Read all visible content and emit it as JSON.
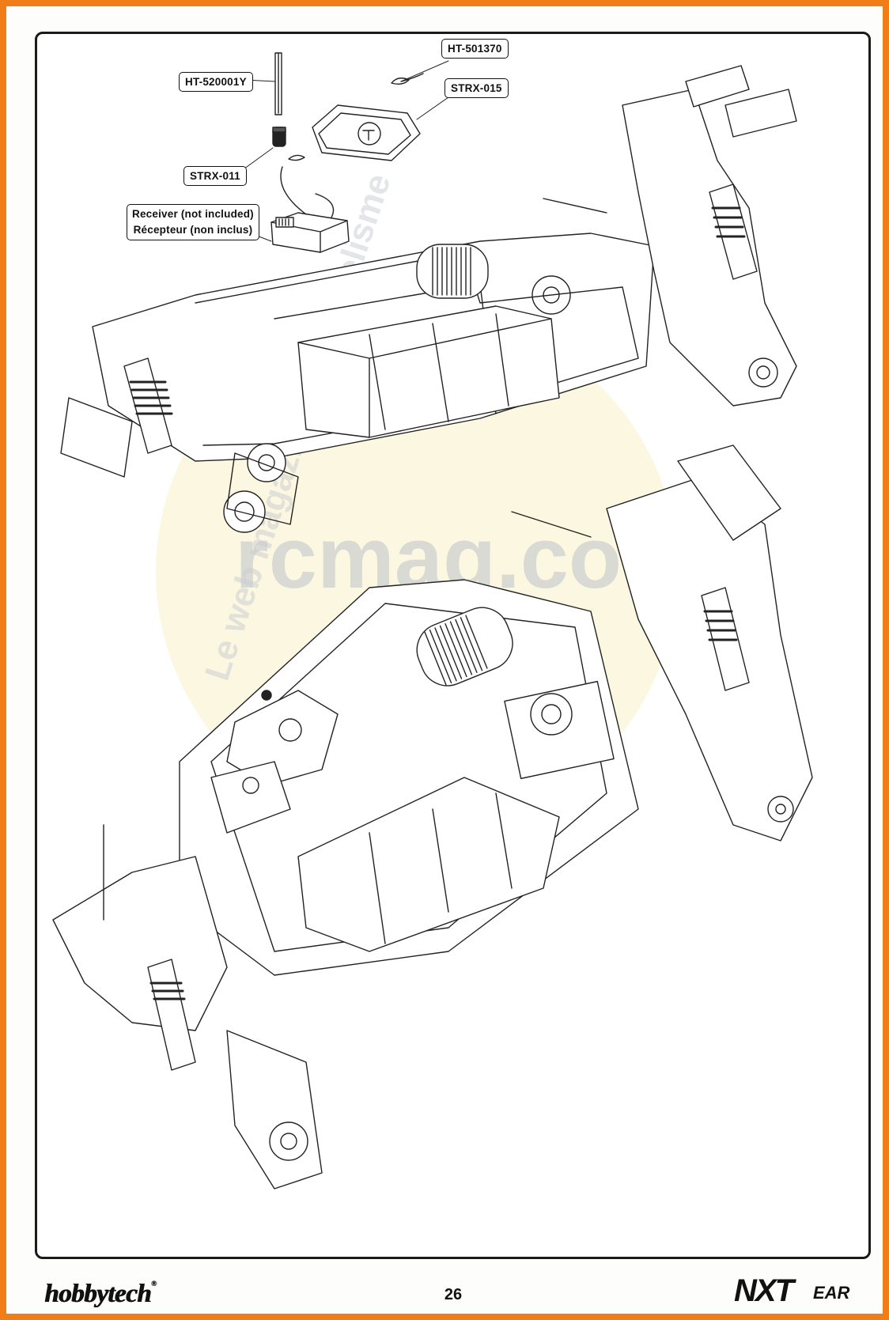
{
  "page": {
    "number": "26",
    "brand": "hobbytech",
    "model_logo": "NXT",
    "model_logo_suffix": "EAR"
  },
  "watermark": {
    "site": "rcmag.com",
    "tagline": "Le web magazine du modelisme",
    "accent_color": "#f2c94c"
  },
  "callouts": {
    "antenna_tube": "HT-520001Y",
    "body_clip": "HT-501370",
    "receiver_box_cover": "STRX-015",
    "antenna_mount": "STRX-011",
    "receiver_line1": "Receiver (not included)",
    "receiver_line2": "Récepteur (non inclus)"
  },
  "colors": {
    "frame_border": "#f07d16",
    "line_art": "#222222"
  }
}
